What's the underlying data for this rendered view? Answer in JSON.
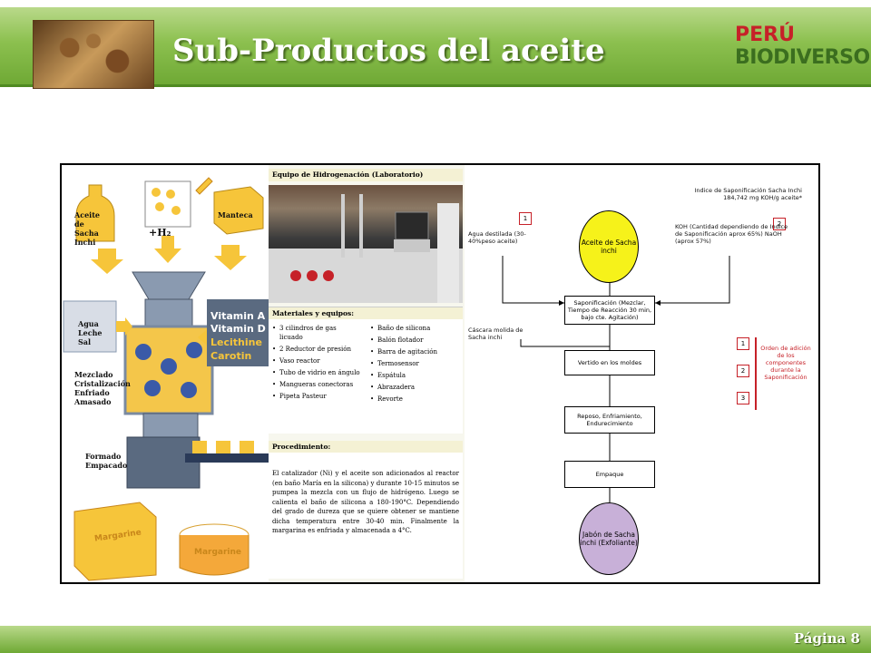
{
  "header": {
    "title": "Sub-Productos del aceite",
    "logo_top": "PERÚ",
    "logo_bottom": "BIODIVERSO"
  },
  "footer": {
    "page": "Página 8"
  },
  "illustration": {
    "labels": {
      "aceite": "Aceite de Sacha Inchi",
      "h2": "+H₂",
      "manteca": "Manteca",
      "agua": "Agua Leche Sal",
      "vitamin_a": "Vitamin A",
      "vitamin_d": "Vitamin D",
      "lecithine": "Lecithine",
      "carotin": "Carotin",
      "mezclado": "Mezclado Cristalización Enfriado Amasado",
      "formado": "Formado Empacado",
      "margarine1": "Margarine",
      "margarine2": "Margarine"
    }
  },
  "hydrogenation": {
    "title": "Equipo de Hidrogenación (Laboratorio)",
    "materials_title": "Materiales y equipos:",
    "materials_left": [
      "3 cilindros de gas licuado",
      "2 Reductor de presión",
      "Vaso reactor",
      "Tubo de vidrio en ángulo",
      "Mangueras conectoras",
      "Pipeta Pasteur"
    ],
    "materials_right": [
      "Baño de silicona",
      "Balón flotador",
      "Barra de agitación",
      "Termosensor",
      "Espátula",
      "Abrazadera",
      "Revorte"
    ],
    "procedure_title": "Procedimiento:",
    "procedure_text": "El catalizador (Ni) y el aceite son adicionados al reactor (en baño María en la silicona) y durante 10-15 minutos se pumpea la mezcla con un flujo de hidrógeno. Luego se calienta el baño de silicona a 180-190°C. Dependiendo del grado de dureza que se quiere obtener se mantiene dicha temperatura entre 30-40 min. Finalmente la margarina es enfriada y almacenada a 4°C."
  },
  "flowchart": {
    "agua": "Agua destilada (30-40%peso aceite)",
    "aceite": "Aceite de Sacha inchi",
    "indice": "Indice de Saponificación Sacha Inchi 184,742 mg KOH/g aceite*",
    "koh": "KOH (Cantidad dependiendo de Indice de Saponificación aprox 65%) NaOH (aprox 57%)",
    "saponificacion": "Saponificación (Mezclar, Tiempo de Reacción 30 min, bajo cte. Agitación)",
    "cascara": "Cáscara molida de Sacha inchi",
    "vertido": "Vertido en los moldes",
    "reposo": "Reposo, Enfriamiento, Endurecimiento",
    "empaque": "Empaque",
    "jabon": "Jabón de Sacha inchi (Exfoliante)",
    "legend": "Orden de adición de los componentes durante la Saponificación",
    "nums": [
      "1",
      "2",
      "3"
    ]
  }
}
